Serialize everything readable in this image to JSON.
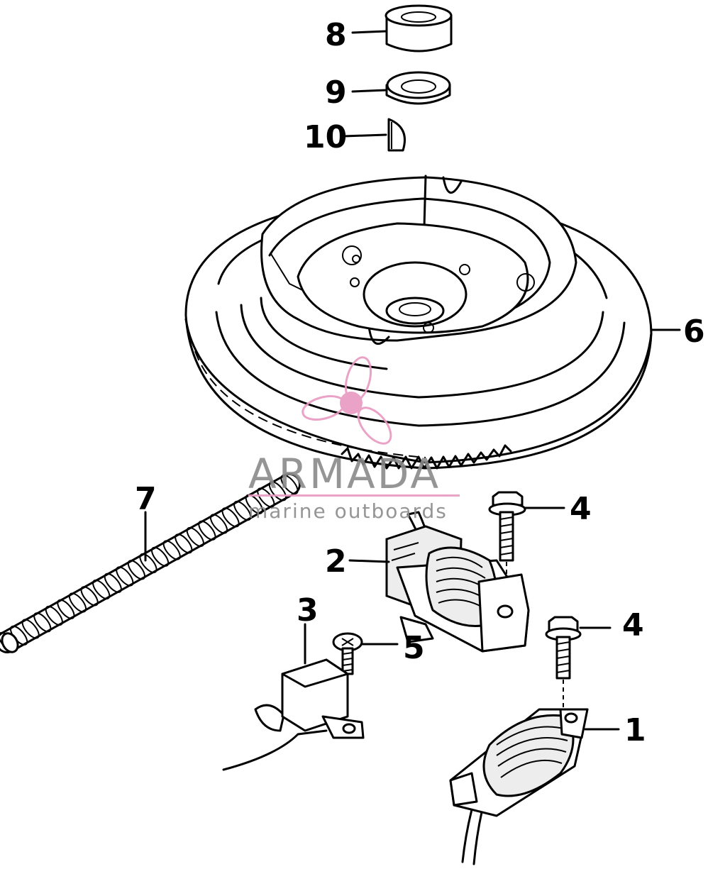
{
  "callouts": {
    "c1": "1",
    "c2": "2",
    "c3": "3",
    "c4a": "4",
    "c4b": "4",
    "c5": "5",
    "c6": "6",
    "c7": "7",
    "c8": "8",
    "c9": "9",
    "c10": "10"
  },
  "watermark": {
    "title": "ARMADA",
    "subtitle": "marine outboards",
    "logo_color": "#e89ac0"
  }
}
